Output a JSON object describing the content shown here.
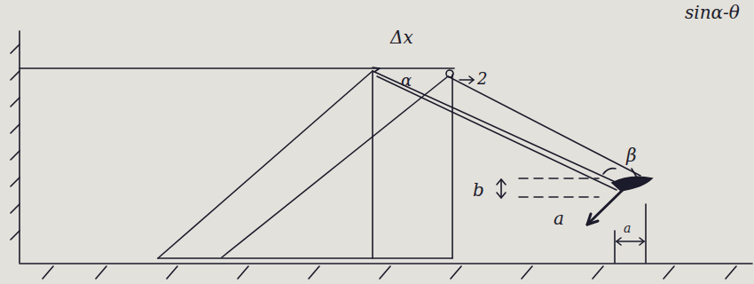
{
  "diagram": {
    "labels": [
      "Δx",
      "α",
      "2",
      "β",
      "b",
      "a",
      "a",
      "sinα-θ"
    ]
  }
}
